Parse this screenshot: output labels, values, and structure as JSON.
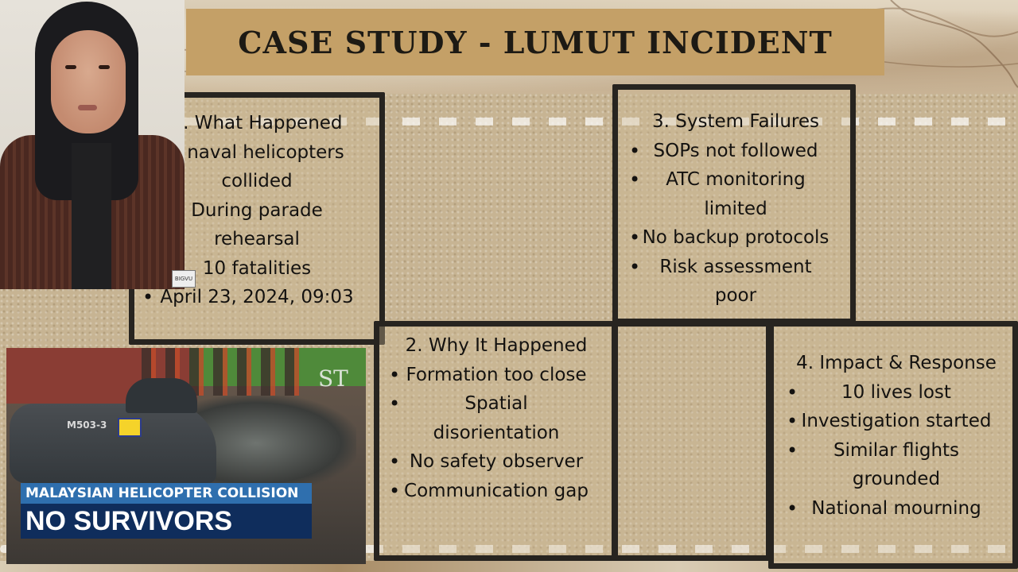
{
  "title": "CASE STUDY - LUMUT INCIDENT",
  "box1": {
    "heading": "1. What Happened",
    "lines": [
      "2 naval helicopters",
      "collided",
      "During parade",
      "rehearsal",
      "10 fatalities"
    ],
    "bullet": "April 23, 2024, 09:03"
  },
  "box2": {
    "heading": "2. Why It Happened",
    "bullets": [
      "Formation too close",
      "Spatial",
      "disorientation",
      "No safety observer",
      "Communication gap"
    ]
  },
  "box3": {
    "heading": "3. System Failures",
    "bullets": [
      "SOPs not followed",
      "ATC monitoring",
      "limited",
      "No backup protocols",
      "Risk assessment",
      "poor"
    ]
  },
  "box4": {
    "heading": "4. Impact & Response",
    "bullets": [
      "10 lives lost",
      "Investigation started",
      "Similar flights",
      "grounded",
      "National mourning"
    ]
  },
  "news": {
    "headline_top": "MALAYSIAN HELICOPTER COLLISION",
    "headline_bottom": "NO SURVIVORS",
    "logo": "ST",
    "registration": "M503-3"
  },
  "watermark": "BIGVU"
}
